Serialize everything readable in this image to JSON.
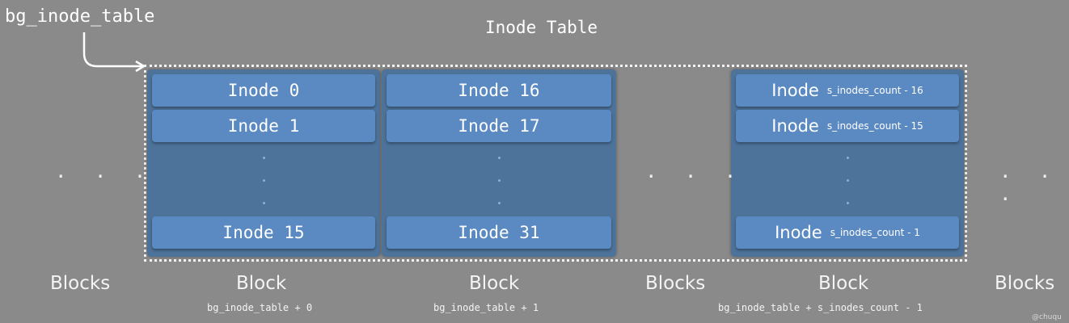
{
  "pointer_label": "bg_inode_table",
  "table_title": "Inode Table",
  "ellipsis": ". . .",
  "blocks": [
    {
      "label": "Block",
      "sublabel": "bg_inode_table + 0",
      "inodes": {
        "first": "Inode 0",
        "second": "Inode 1",
        "last": "Inode 15"
      }
    },
    {
      "label": "Block",
      "sublabel": "bg_inode_table + 1",
      "inodes": {
        "first": "Inode 16",
        "second": "Inode 17",
        "last": "Inode 31"
      }
    },
    {
      "label": "Block",
      "sublabel": "bg_inode_table + s_inodes_count - 1",
      "inodes": {
        "word": "Inode",
        "first_sub": "s_inodes_count - 16",
        "second_sub": "s_inodes_count - 15",
        "last_sub": "s_inodes_count - 1"
      }
    }
  ],
  "blocks_label": "Blocks",
  "credit": "@chuqu",
  "colors": {
    "background": "#8a8a8a",
    "block": "#4d739b",
    "inode": "#5b8ac3",
    "text": "#ffffff"
  }
}
